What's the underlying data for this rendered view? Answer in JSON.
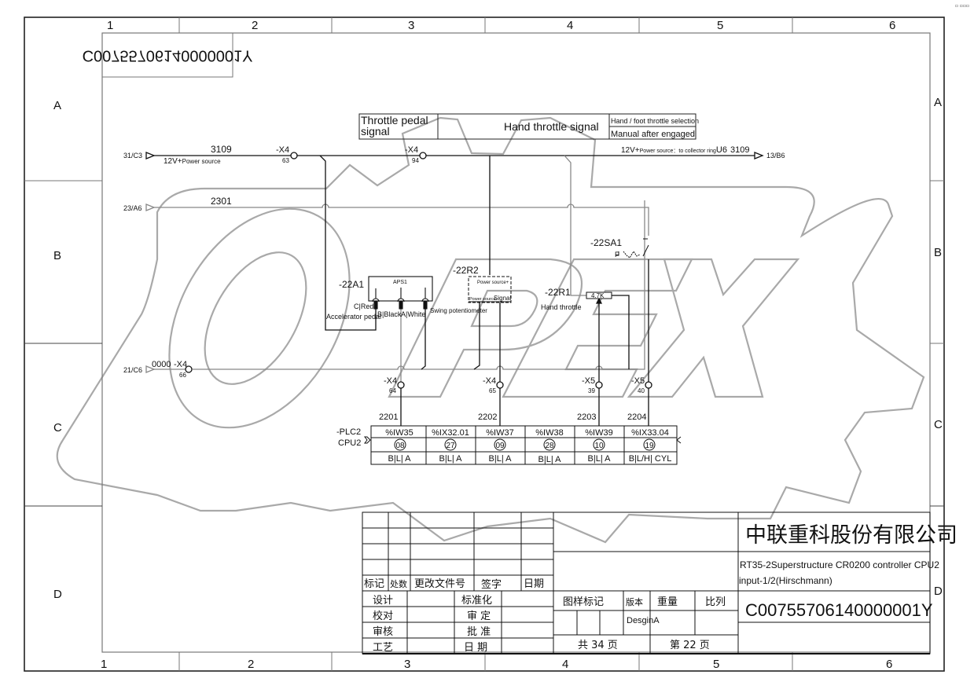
{
  "sheet": {
    "column_labels": [
      "1",
      "2",
      "3",
      "4",
      "5",
      "6"
    ],
    "row_labels": [
      "A",
      "B",
      "C",
      "D"
    ],
    "mirrored_drawing_number": "C00755706140000001Y",
    "corner_mark": "▫ ▫▫▫"
  },
  "header_boxes": {
    "throttle_pedal_signal": "Throttle pedal signal",
    "throttle_pedal_line1": "Throttle pedal",
    "throttle_pedal_line2": "signal",
    "hand_throttle_signal": "Hand throttle signal",
    "hand_foot_selection": "Hand / foot throttle selection",
    "manual_after_engaged": "Manual after engaged"
  },
  "wires": {
    "power": {
      "ref_in": "31/C3",
      "wire_no": "3109",
      "label": "12V+",
      "label_small": "Power source",
      "right_label": "12V+",
      "right_label_small": "Power source：to collector ring",
      "right_suffix": "U6",
      "right_wire_no": "3109",
      "ref_out": "13/B6"
    },
    "w2301": {
      "ref_in": "23/A6",
      "wire_no": "2301"
    },
    "w0000": {
      "ref_in": "21/C6",
      "wire_no": "0000"
    }
  },
  "terminals": [
    {
      "id": "-X4",
      "pin": "63"
    },
    {
      "id": "-X4",
      "pin": "94"
    },
    {
      "id": "-X4",
      "pin": "66"
    },
    {
      "id": "-X4",
      "pin": "64"
    },
    {
      "id": "-X4",
      "pin": "65"
    },
    {
      "id": "-X5",
      "pin": "39"
    },
    {
      "id": "-X5",
      "pin": "40"
    }
  ],
  "components": {
    "a1": {
      "tag": "-22A1",
      "box": "APS1",
      "pin_c": "C|Red",
      "pin_b": "B|Black",
      "pin_a": "A|White",
      "name": "Accelerator pedal",
      "swing": "Swing potentiometer"
    },
    "r2": {
      "tag": "-22R2",
      "power_plus": "Power source+",
      "power_minus": "Power source-",
      "signal": "Signal"
    },
    "r1": {
      "tag": "-22R1",
      "value": "4.7K",
      "name": "Hand throttle"
    },
    "sa1": {
      "tag": "-22SA1",
      "f": "F"
    }
  },
  "plc": {
    "tag": "-PLC2",
    "cpu": "CPU2",
    "wire_numbers": [
      "2201",
      "2202",
      "2203",
      "2204"
    ],
    "channels": [
      {
        "address": "%IW35",
        "pin": "08",
        "type": "B|L| A"
      },
      {
        "address": "%IX32.01",
        "pin": "27",
        "type": "B|L| A"
      },
      {
        "address": "%IW37",
        "pin": "09",
        "type": "B|L| A"
      },
      {
        "address": "%IW38",
        "pin": "28",
        "type": "B|L| A"
      },
      {
        "address": "%IW39",
        "pin": "10",
        "type": "B|L| A"
      },
      {
        "address": "%IX33.04",
        "pin": "19",
        "type": "B|L/H| CYL"
      }
    ]
  },
  "watermark": "OPEX",
  "title_block": {
    "revision_headers": [
      "标记",
      "处数",
      "更改文件号",
      "签字",
      "日期"
    ],
    "roles_left": [
      "设计",
      "校对",
      "审核",
      "工艺"
    ],
    "roles_mid": [
      "标准化",
      "审 定",
      "批 准",
      "日 期"
    ],
    "pattern_mark": "图样标记",
    "version": "版本",
    "weight": "重量",
    "scale": "比列",
    "design_value": "DesginA",
    "total_pages": "共 34 页",
    "page_no": "第 22 页",
    "company": "中联重科股份有限公司",
    "drawing_title_line1": "RT35-2Superstructure CR0200 controller CPU2",
    "drawing_title_line2": "input-1/2(Hirschmann)",
    "drawing_number": "C00755706140000001Y"
  }
}
